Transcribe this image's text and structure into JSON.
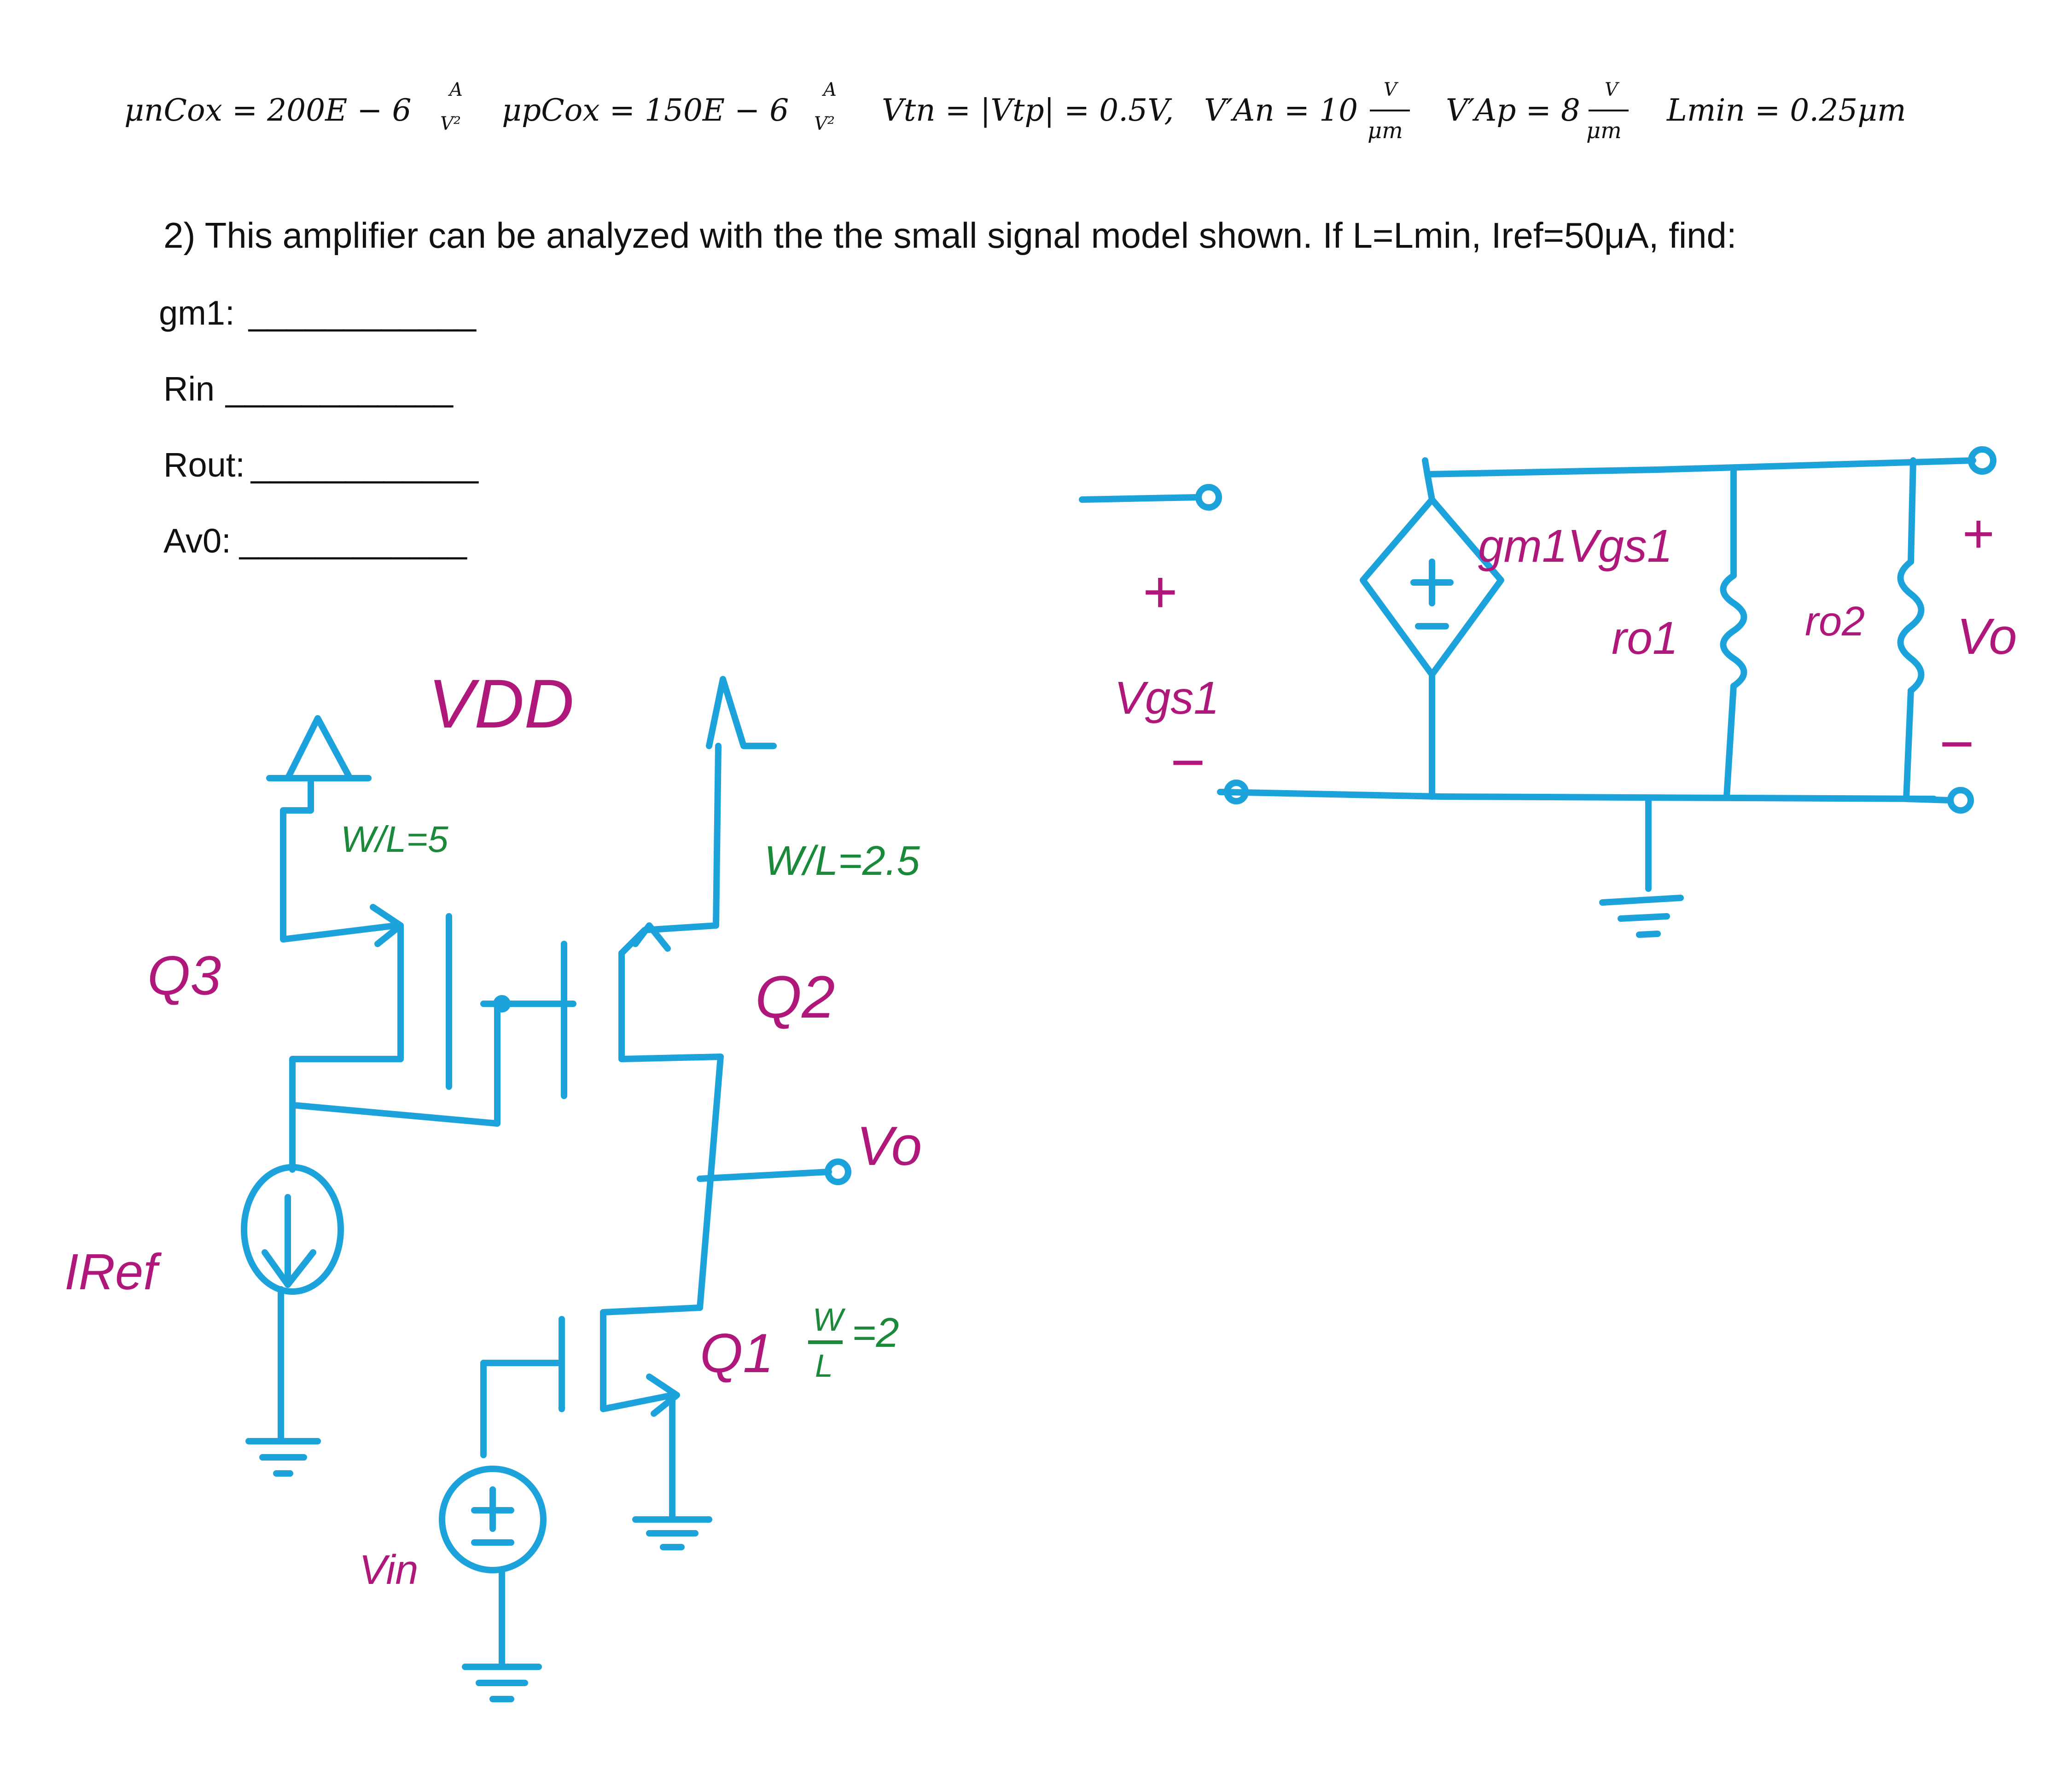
{
  "header": {
    "mun_lhs": "μnCox = 200E − 6",
    "mun_frac_top": "A",
    "mun_frac_bot": "V²",
    "mup_lhs": "μpCox = 150E − 6",
    "mup_frac_top": "A",
    "mup_frac_bot": "V²",
    "vt": "Vtn = |Vtp| = 0.5V,",
    "van_lhs": "V′An = 10",
    "van_frac_top": "V",
    "van_frac_bot": "μm",
    "vap_lhs": "V′Ap = 8",
    "vap_frac_top": "V",
    "vap_frac_bot": "μm",
    "lmin": "Lmin = 0.25μm"
  },
  "question": {
    "text": "2) This amplifier can be analyzed with the the small signal model shown.  If L=Lmin, Iref=50μA, find:"
  },
  "answers": [
    {
      "label": "gm1:",
      "blank": "____________"
    },
    {
      "label": "Rin",
      "blank": "____________"
    },
    {
      "label": "Rout:",
      "blank": "____________"
    },
    {
      "label": "Av0:",
      "blank": "____________"
    }
  ],
  "circuit": {
    "vdd_label": "VDD",
    "q3_label": "Q3",
    "q3_wl": "W/L=5",
    "q2_label": "Q2",
    "q2_wl": "W/L=2.5",
    "q1_label": "Q1",
    "q1_wl_num": "W",
    "q1_wl_den": "L",
    "q1_wl_val": "=2",
    "iref_label": "IRef",
    "vin_label": "Vin",
    "vo_label": "Vo"
  },
  "small_signal": {
    "plus": "+",
    "minus": "−",
    "vgs_label": "Vgs1",
    "dep_source_label": "gm1Vgs1",
    "ro1_label": "ro1",
    "ro2_label": "ro2",
    "vo_label": "Vo",
    "out_plus": "+",
    "out_minus": "−"
  },
  "colors": {
    "wire": "#1ca3dc",
    "label_magenta": "#b0177a",
    "label_green": "#1a8a3a",
    "text": "#111111"
  }
}
